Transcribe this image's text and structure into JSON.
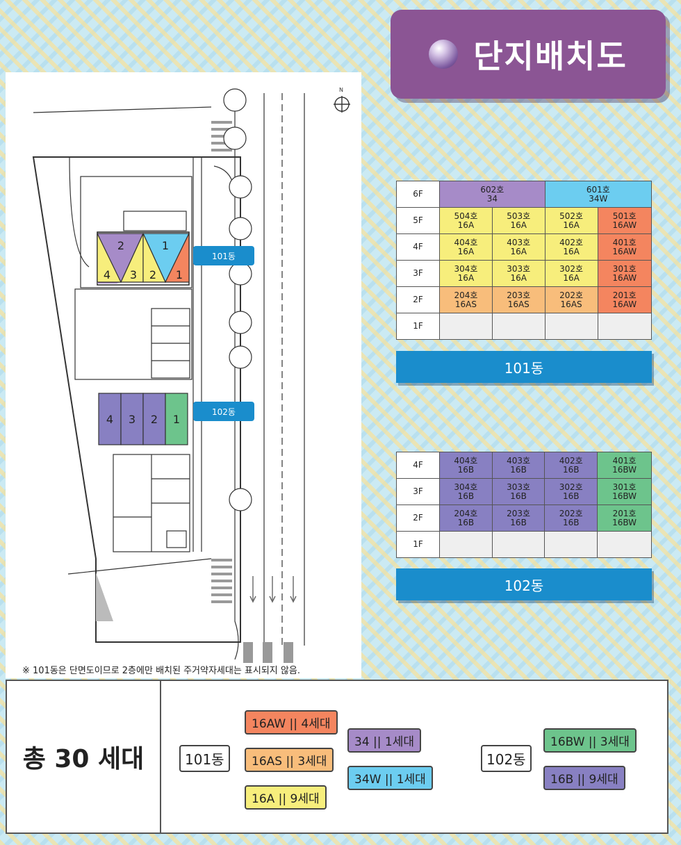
{
  "title": "단지배치도",
  "plan": {
    "badge_101": "101동",
    "badge_102": "102동",
    "building_101_units": [
      "2",
      "1",
      "4",
      "3",
      "2",
      "1"
    ],
    "building_102_units": [
      "4",
      "3",
      "2",
      "1"
    ],
    "north": "N"
  },
  "note": "※ 101동은 단면도이므로 2층에만 배치된 주거약자세대는 표시되지 않음.",
  "tower_101": {
    "label": "101동",
    "rows": [
      {
        "floor": "6F",
        "cells": [
          {
            "unit": "602호",
            "type": "34",
            "color": "#a68bc8",
            "span": 2
          },
          {
            "unit": "601호",
            "type": "34W",
            "color": "#6ccdf0",
            "span": 2
          }
        ]
      },
      {
        "floor": "5F",
        "cells": [
          {
            "unit": "504호",
            "type": "16A"
          },
          {
            "unit": "503호",
            "type": "16A"
          },
          {
            "unit": "502호",
            "type": "16A"
          },
          {
            "unit": "501호",
            "type": "16AW"
          }
        ]
      },
      {
        "floor": "4F",
        "cells": [
          {
            "unit": "404호",
            "type": "16A"
          },
          {
            "unit": "403호",
            "type": "16A"
          },
          {
            "unit": "402호",
            "type": "16A"
          },
          {
            "unit": "401호",
            "type": "16AW"
          }
        ]
      },
      {
        "floor": "3F",
        "cells": [
          {
            "unit": "304호",
            "type": "16A"
          },
          {
            "unit": "303호",
            "type": "16A"
          },
          {
            "unit": "302호",
            "type": "16A"
          },
          {
            "unit": "301호",
            "type": "16AW"
          }
        ]
      },
      {
        "floor": "2F",
        "cells": [
          {
            "unit": "204호",
            "type": "16AS"
          },
          {
            "unit": "203호",
            "type": "16AS"
          },
          {
            "unit": "202호",
            "type": "16AS"
          },
          {
            "unit": "201호",
            "type": "16AW"
          }
        ]
      },
      {
        "floor": "1F",
        "cells": [
          {
            "unit": "",
            "type": ""
          },
          {
            "unit": "",
            "type": ""
          },
          {
            "unit": "",
            "type": ""
          },
          {
            "unit": "",
            "type": ""
          }
        ]
      }
    ]
  },
  "tower_102": {
    "label": "102동",
    "rows": [
      {
        "floor": "4F",
        "cells": [
          {
            "unit": "404호",
            "type": "16B"
          },
          {
            "unit": "403호",
            "type": "16B"
          },
          {
            "unit": "402호",
            "type": "16B"
          },
          {
            "unit": "401호",
            "type": "16BW"
          }
        ]
      },
      {
        "floor": "3F",
        "cells": [
          {
            "unit": "304호",
            "type": "16B"
          },
          {
            "unit": "303호",
            "type": "16B"
          },
          {
            "unit": "302호",
            "type": "16B"
          },
          {
            "unit": "301호",
            "type": "16BW"
          }
        ]
      },
      {
        "floor": "2F",
        "cells": [
          {
            "unit": "204호",
            "type": "16B"
          },
          {
            "unit": "203호",
            "type": "16B"
          },
          {
            "unit": "202호",
            "type": "16B"
          },
          {
            "unit": "201호",
            "type": "16BW"
          }
        ]
      },
      {
        "floor": "1F",
        "cells": [
          {
            "unit": "",
            "type": ""
          },
          {
            "unit": "",
            "type": ""
          },
          {
            "unit": "",
            "type": ""
          },
          {
            "unit": "",
            "type": ""
          }
        ]
      }
    ]
  },
  "summary": {
    "total": "총 30 세대",
    "dong101": "101동",
    "dong102": "102동",
    "chips": {
      "aw": "16AW || 4세대",
      "as": "16AS || 3세대",
      "a": "16A || 9세대",
      "t34": "34 || 1세대",
      "t34w": "34W || 1세대",
      "bw": "16BW || 3세대",
      "b": "16B || 9세대"
    }
  },
  "type_colors": {
    "34": "#a68bc8",
    "34W": "#6ccdf0",
    "16A": "#f7ee7c",
    "16AW": "#f4855f",
    "16AS": "#f8bd7b",
    "16B": "#8880c2",
    "16BW": "#6dc48c"
  }
}
